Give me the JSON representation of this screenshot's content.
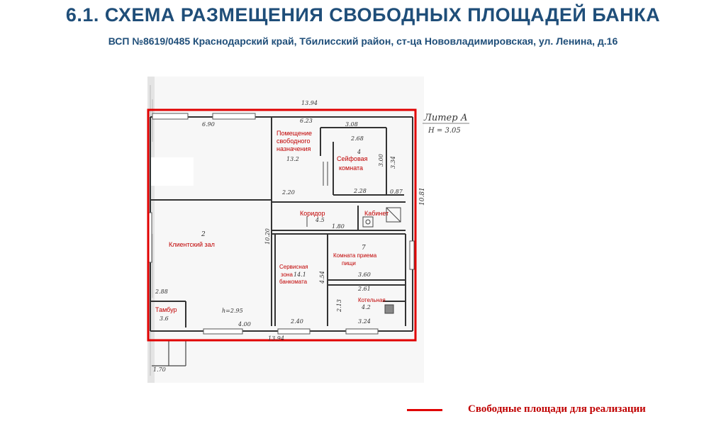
{
  "header": {
    "title": "6.1. СХЕМА РАЗМЕЩЕНИЯ СВОБОДНЫХ ПЛОЩАДЕЙ БАНКА",
    "subtitle": "ВСП №8619/0485 Краснодарский край, Тбилисский район, ст-ца Нововладимировская, ул. Ленина, д.16"
  },
  "plan": {
    "litera": "Литер А",
    "height_note": "Н = 3.05",
    "rooms": {
      "free": "Помещение свободного назначения",
      "free_area": "13.2",
      "safe": "Сейфовая комната",
      "safe_no": "4",
      "corridor": "Коридор",
      "corridor_area": "4.5",
      "cabinet": "Кабинет",
      "client_hall": "Клиентский зал",
      "client_hall_no": "2",
      "service": "Сервисная зона банкомата",
      "service_area": "14.1",
      "reception": "Комната приема пищи",
      "reception_no": "7",
      "boiler": "Котельная",
      "boiler_area": "4.2",
      "vestibule": "Тамбур",
      "vestibule_area": "3.6"
    },
    "dims": {
      "top_total": "13.94",
      "bottom_total": "13.94",
      "right_total": "10.81",
      "d690": "6.90",
      "d623": "6.23",
      "d308": "3.08",
      "d268": "2.68",
      "d300": "3.00",
      "d334": "3.34",
      "d228": "2.28",
      "d087": "0.87",
      "d220": "2.20",
      "d180": "1.80",
      "d1020": "10.20",
      "d360": "3.60",
      "d261": "2.61",
      "d454": "4.54",
      "d213": "2.13",
      "d400": "4.00",
      "d240": "2.40",
      "d324": "3.24",
      "d288": "2.88",
      "d170": "1.70",
      "h295": "h=2.95"
    }
  },
  "legend": {
    "label": "Свободные площади для реализации",
    "color": "#e00000"
  }
}
